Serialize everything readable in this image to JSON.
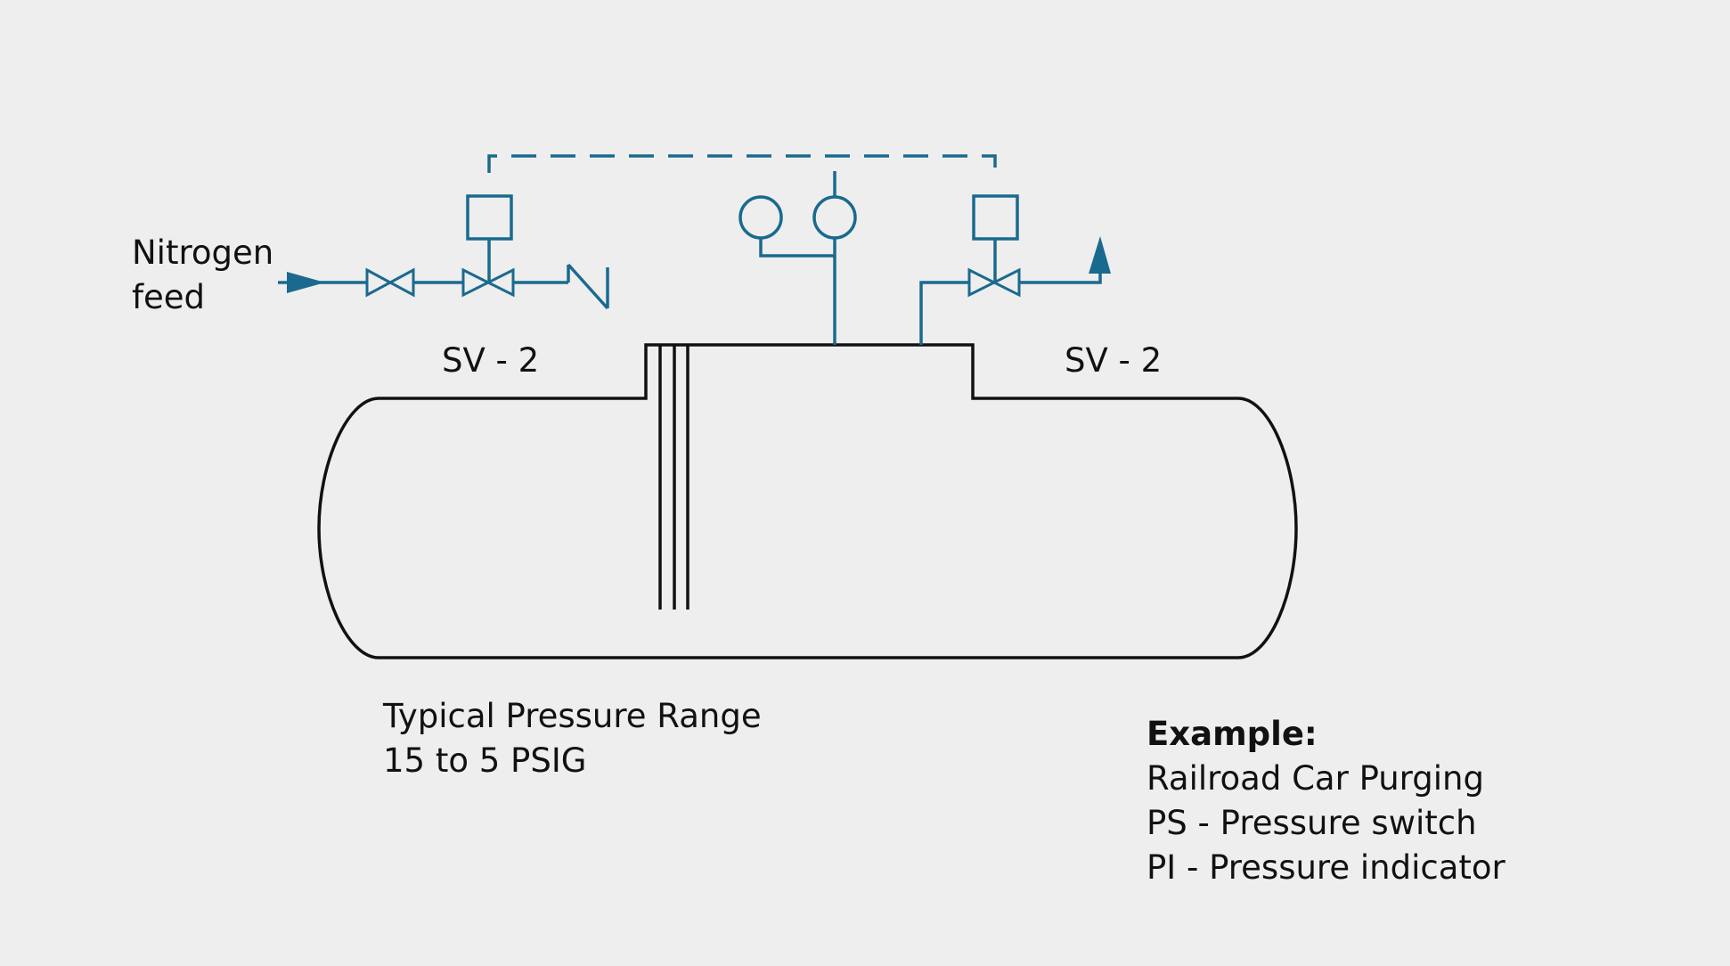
{
  "colors": {
    "background": "#eeeeee",
    "piping": "#1a6a8f",
    "vessel": "#111111",
    "text": "#111111"
  },
  "labels": {
    "nitrogen_feed_line1": "Nitrogen",
    "nitrogen_feed_line2": "feed",
    "sv_left": "SV - 2",
    "sv_right": "SV - 2",
    "pressure_range_line1": "Typical Pressure Range",
    "pressure_range_line2": "15 to 5 PSIG"
  },
  "legend": {
    "heading": "Example:",
    "items": [
      "Railroad Car Purging",
      "PS - Pressure switch",
      "PI - Pressure indicator"
    ]
  }
}
